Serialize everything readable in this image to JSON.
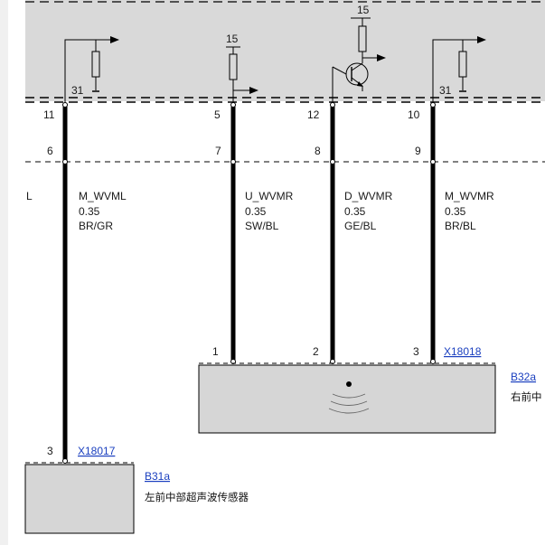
{
  "colors": {
    "control_unit_fill": "#d9d9d9",
    "component_fill": "#d6d6d6",
    "wire": "#000000",
    "link": "#1a3fbf",
    "left_strip": "#f0f0f0"
  },
  "control_unit": {
    "pins_top": [
      {
        "pin": "11",
        "ground_label": "31"
      },
      {
        "pin": "5",
        "supply_label": "15"
      },
      {
        "pin": "12",
        "supply_label": "15"
      },
      {
        "pin": "10",
        "ground_label": "31"
      }
    ]
  },
  "connector_row": {
    "pins": [
      "6",
      "7",
      "8",
      "9"
    ]
  },
  "wires": [
    {
      "name": "",
      "size": "",
      "color": "",
      "partial_label": "L"
    },
    {
      "name": "M_WVML",
      "size": "0.35",
      "color": "BR/GR"
    },
    {
      "name": "U_WVMR",
      "size": "0.35",
      "color": "SW/BL"
    },
    {
      "name": "D_WVMR",
      "size": "0.35",
      "color": "GE/BL"
    },
    {
      "name": "M_WVMR",
      "size": "0.35",
      "color": "BR/BL"
    }
  ],
  "sensor_right": {
    "pins": [
      "1",
      "2",
      "3"
    ],
    "connector_link": "X18018",
    "component_link": "B32a",
    "description": "右前中"
  },
  "sensor_left": {
    "pin": "3",
    "connector_link": "X18017",
    "component_link": "B31a",
    "description": "左前中部超声波传感器"
  },
  "icons": {
    "ground": "ground-arrow-icon",
    "resistor": "resistor-icon",
    "transistor": "transistor-icon",
    "ultrasonic": "ultrasonic-wave-icon"
  }
}
